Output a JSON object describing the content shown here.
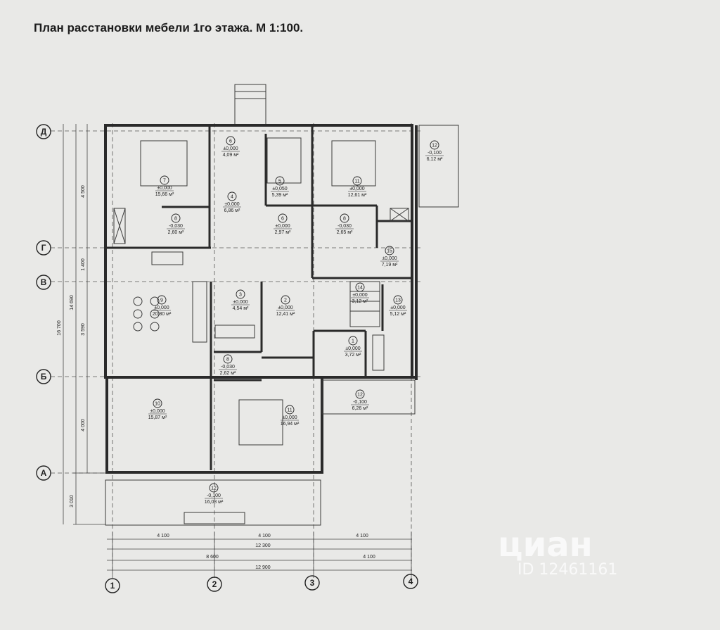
{
  "title": "План расстановки мебели 1го этажа. М 1:100.",
  "axes_letters": [
    "Д",
    "Г",
    "В",
    "Б",
    "А"
  ],
  "axes_numbers": [
    "1",
    "2",
    "3",
    "4"
  ],
  "rooms": [
    {
      "num": "7",
      "level": "±0,000",
      "area": "15,66 м²"
    },
    {
      "num": "6",
      "level": "±0,000",
      "area": "4,09 м²"
    },
    {
      "num": "4",
      "level": "±0,000",
      "area": "6,86 м²"
    },
    {
      "num": "5",
      "level": "±0,050",
      "area": "5,39 м²"
    },
    {
      "num": "11",
      "level": "±0,000",
      "area": "12,61 м²"
    },
    {
      "num": "12",
      "level": "-0,100",
      "area": "6,12 м²"
    },
    {
      "num": "8",
      "level": "-0,030",
      "area": "2,60 м²"
    },
    {
      "num": "6",
      "level": "±0,000",
      "area": "2,97 м²"
    },
    {
      "num": "8",
      "level": "-0,030",
      "area": "2,65 м²"
    },
    {
      "num": "15",
      "level": "±0,000",
      "area": "7,19 м²"
    },
    {
      "num": "9",
      "level": "±0,000",
      "area": "20,80 м²"
    },
    {
      "num": "3",
      "level": "±0,000",
      "area": "4,54 м²"
    },
    {
      "num": "2",
      "level": "±0,000",
      "area": "12,41 м²"
    },
    {
      "num": "14",
      "level": "±0,000",
      "area": "3,12 м²"
    },
    {
      "num": "13",
      "level": "±0,000",
      "area": "5,12 м²"
    },
    {
      "num": "1",
      "level": "±0,000",
      "area": "3,72 м²"
    },
    {
      "num": "8",
      "level": "-0,030",
      "area": "2,62 м²"
    },
    {
      "num": "12",
      "level": "-0,100",
      "area": "6,26 м²"
    },
    {
      "num": "10",
      "level": "±0,000",
      "area": "15,87 м²"
    },
    {
      "num": "11",
      "level": "±0,000",
      "area": "16,94 м²"
    },
    {
      "num": "12",
      "level": "-0,100",
      "area": "16,08 м²"
    }
  ],
  "dims_vertical": [
    "4 500",
    "1 400",
    "3 590",
    "4 000",
    "14 690",
    "16 700",
    "3 010"
  ],
  "dims_horizontal": [
    "4 100",
    "4 100",
    "4 100",
    "12 300",
    "8 600",
    "4 100",
    "12 900"
  ],
  "watermark": {
    "brand": "циан",
    "id": "ID 12461161"
  }
}
